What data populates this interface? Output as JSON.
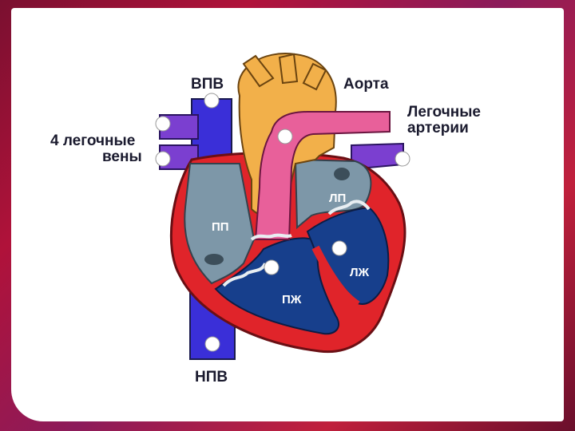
{
  "labels": {
    "svc": "ВПВ",
    "aorta": "Аорта",
    "pulm_arteries_1": "Легочные",
    "pulm_arteries_2": "артерии",
    "pulm_veins_1": "4 легочные",
    "pulm_veins_2": "вены",
    "ivc": "НПВ"
  },
  "chambers": {
    "ra": "ПП",
    "la": "ЛП",
    "rv": "ПЖ",
    "lv": "ЛЖ"
  },
  "colors": {
    "aorta": "#f2b04a",
    "pulmonary_artery": "#e8609a",
    "vena_cava": "#3a2fd8",
    "pulmonary_veins": "#7b3fd0",
    "atria": "#7d97a8",
    "ventricles": "#173f8c",
    "myocardium": "#e0242a"
  }
}
